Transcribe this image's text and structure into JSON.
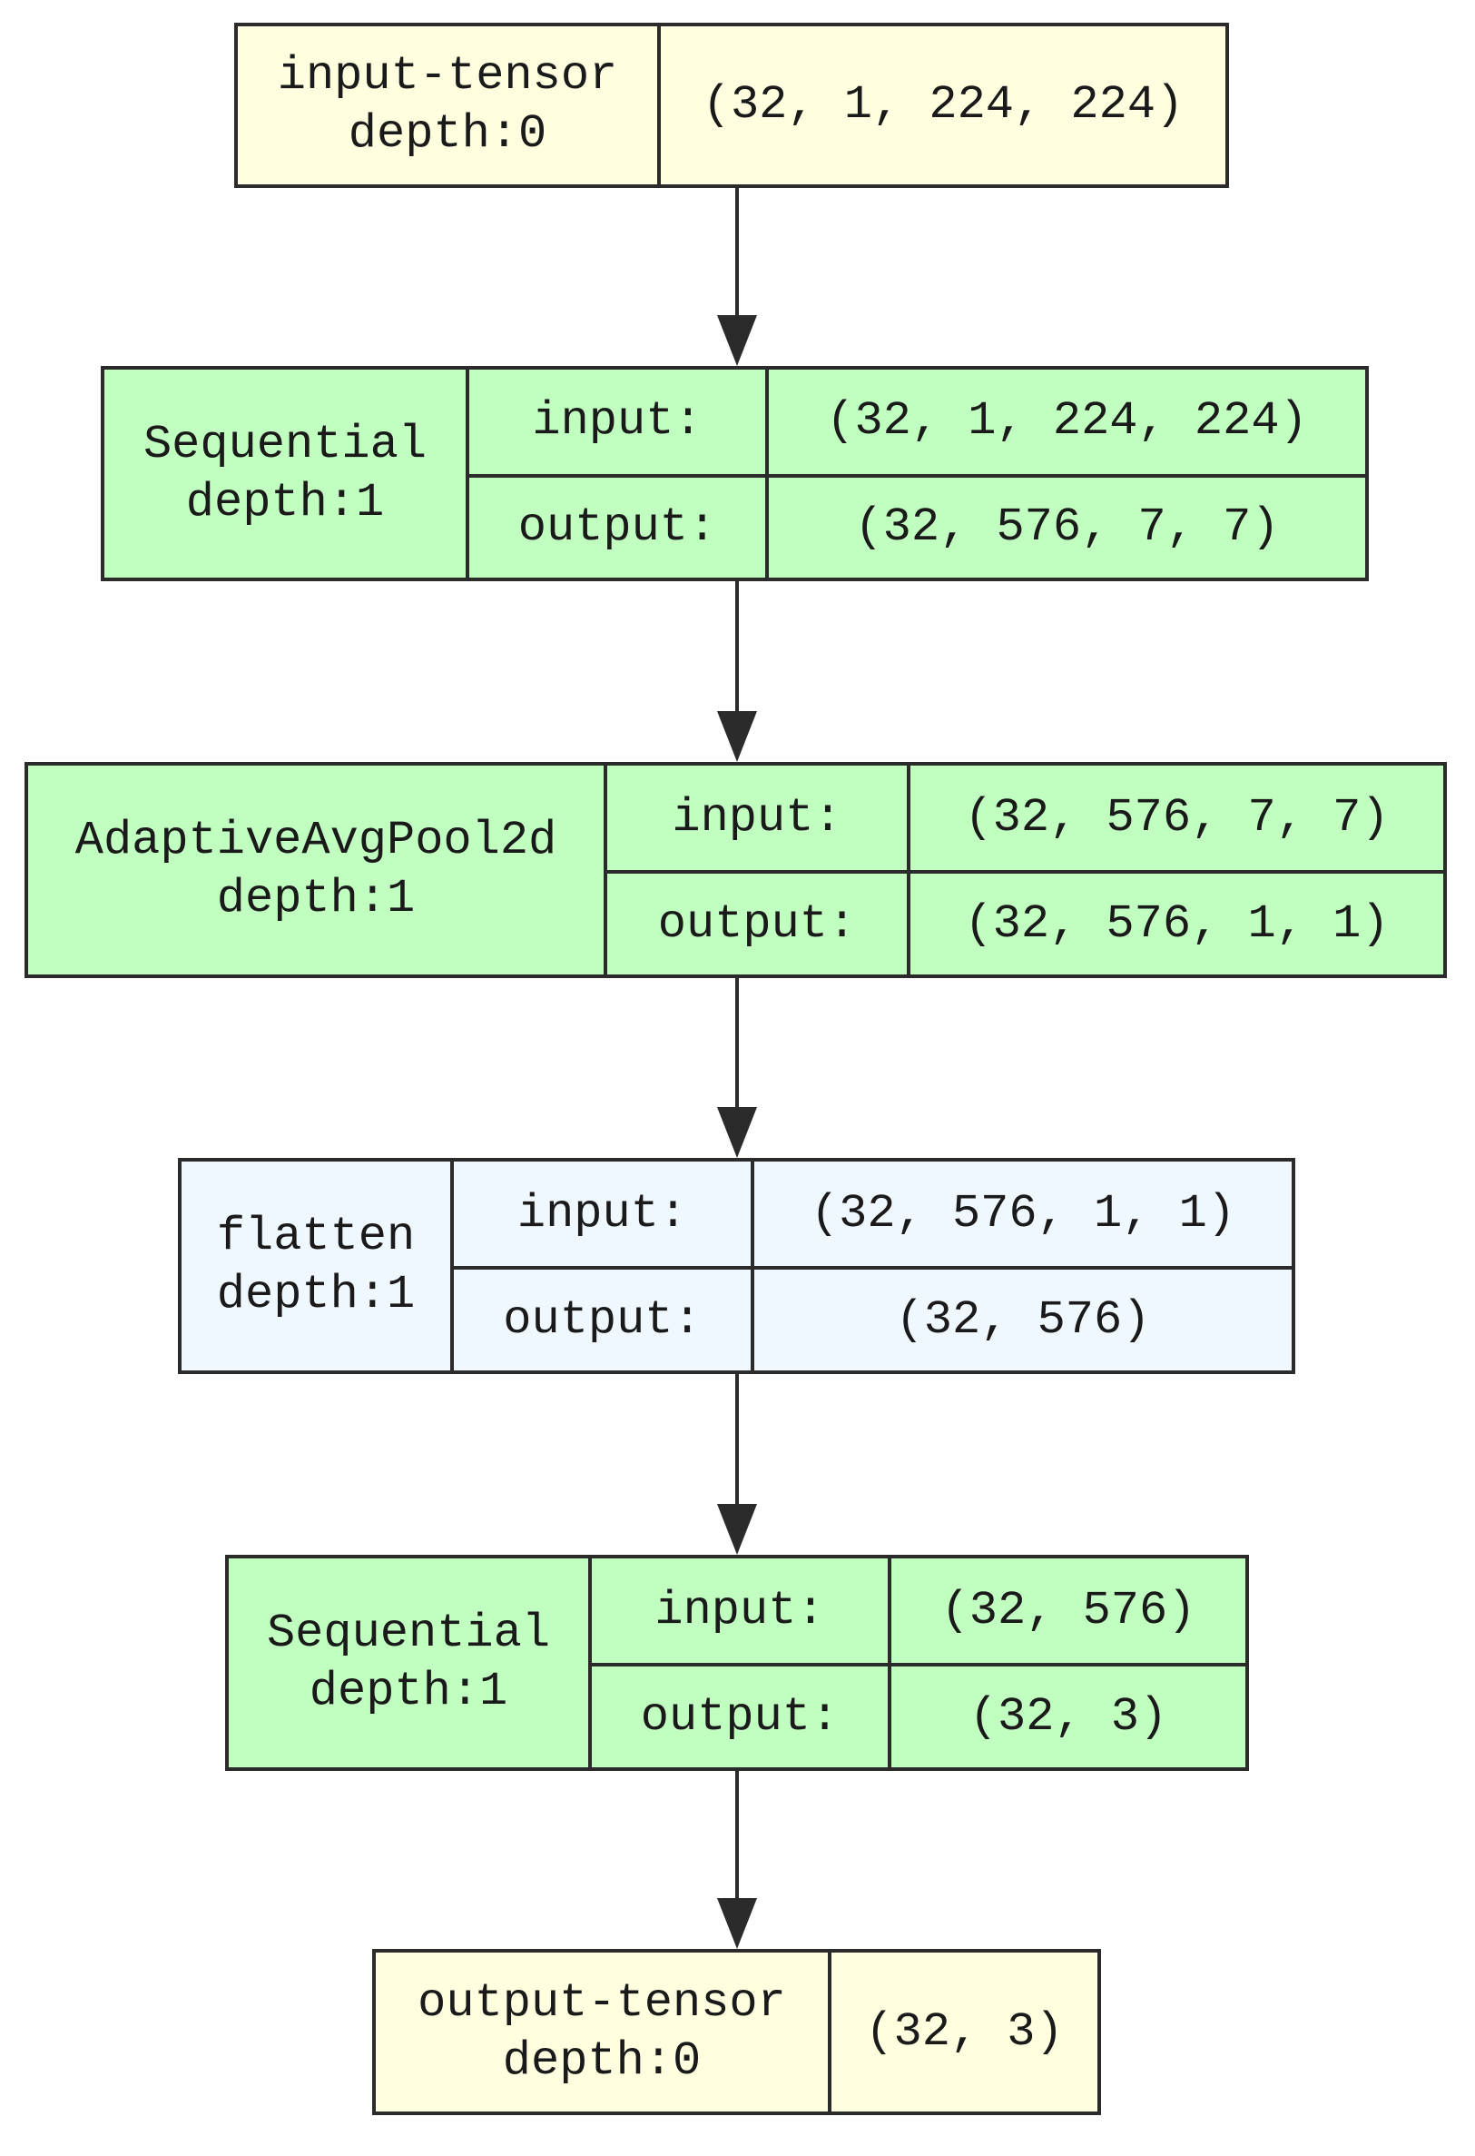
{
  "nodes": [
    {
      "id": "input-tensor",
      "kind": "tensor",
      "name": "input-tensor",
      "depth": "depth:0",
      "shape": "(32, 1, 224, 224)"
    },
    {
      "id": "sequential-1",
      "kind": "module",
      "name": "Sequential",
      "depth": "depth:1",
      "input_label": "input:",
      "input": "(32, 1, 224, 224)",
      "output_label": "output:",
      "output": "(32, 576, 7, 7)"
    },
    {
      "id": "adaptiveavgpool2d",
      "kind": "module",
      "name": "AdaptiveAvgPool2d",
      "depth": "depth:1",
      "input_label": "input:",
      "input": "(32, 576, 7, 7)",
      "output_label": "output:",
      "output": "(32, 576, 1, 1)"
    },
    {
      "id": "flatten",
      "kind": "function",
      "name": "flatten",
      "depth": "depth:1",
      "input_label": "input:",
      "input": "(32, 576, 1, 1)",
      "output_label": "output:",
      "output": "(32, 576)"
    },
    {
      "id": "sequential-2",
      "kind": "module",
      "name": "Sequential",
      "depth": "depth:1",
      "input_label": "input:",
      "input": "(32, 576)",
      "output_label": "output:",
      "output": "(32, 3)"
    },
    {
      "id": "output-tensor",
      "kind": "tensor",
      "name": "output-tensor",
      "depth": "depth:0",
      "shape": "(32, 3)"
    }
  ],
  "edges": [
    {
      "from": "input-tensor",
      "to": "sequential-1"
    },
    {
      "from": "sequential-1",
      "to": "adaptiveavgpool2d"
    },
    {
      "from": "adaptiveavgpool2d",
      "to": "flatten"
    },
    {
      "from": "flatten",
      "to": "sequential-2"
    },
    {
      "from": "sequential-2",
      "to": "output-tensor"
    }
  ],
  "colors": {
    "tensor_fill": "#ffffe0",
    "module_fill": "#c1ffc1",
    "function_fill": "#f0f8ff",
    "stroke": "#2b2b2b"
  }
}
